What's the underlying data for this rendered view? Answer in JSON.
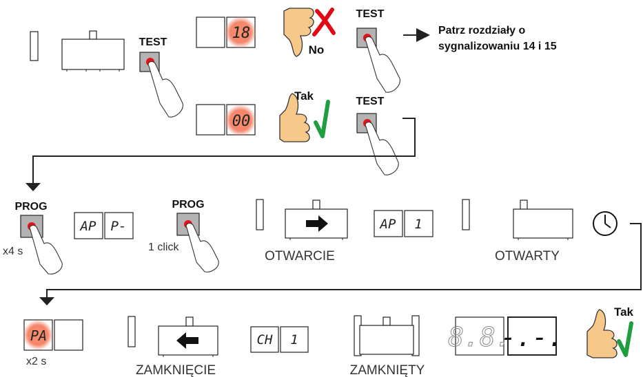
{
  "colors": {
    "line": "#222222",
    "button_face": "#b3b3b3",
    "button_dot": "#e3121a",
    "glow": "#f4856a",
    "check_green": "#1e9e3f",
    "cross_red": "#e30613",
    "hand_fill": "#f6c98a"
  },
  "step1": {
    "test_label_1": "TEST",
    "display_18": "18",
    "no_label": "No",
    "test_label_2": "TEST",
    "note_line1": "Patrz rozdziały o",
    "note_line2": "sygnalizowaniu 14 i 15",
    "display_00": "00",
    "yes_label_1": "Tak",
    "test_label_3": "TEST"
  },
  "step2": {
    "prog_label_1": "PROG",
    "hold_1": "x4 s",
    "display_ap_1": "AP",
    "display_p_dash": "P-",
    "prog_label_2": "PROG",
    "click_1": "1 click",
    "opening_label": "OTWARCIE",
    "display_ap_2": "AP",
    "display_1a": "1",
    "opened_label": "OTWARTY",
    "timer_icon": "clock-icon"
  },
  "step3": {
    "display_pa": "PA",
    "hold_2": "x2 s",
    "closing_label": "ZAMKNIĘCIE",
    "display_ch": "CH",
    "display_1b": "1",
    "closed_label": "ZAMKNIĘTY",
    "display_88": "8.8.",
    "display_final": "-.-.",
    "yes_label_2": "Tak"
  }
}
